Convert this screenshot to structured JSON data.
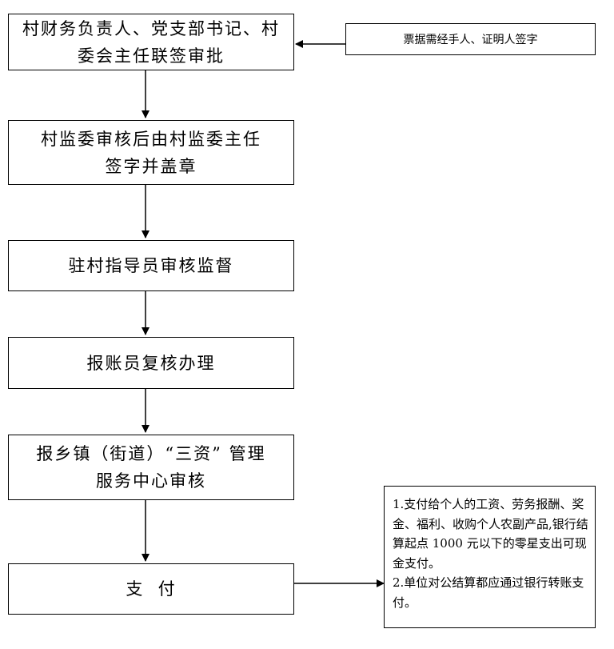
{
  "steps": [
    {
      "lines": [
        "村财务负责人、党支部书记、村",
        "委会主任联签审批"
      ]
    },
    {
      "lines": [
        "村监委审核后由村监委主任",
        "签字并盖章"
      ]
    },
    {
      "lines": [
        "驻村指导员审核监督"
      ]
    },
    {
      "lines": [
        "报账员复核办理"
      ]
    },
    {
      "lines": [
        "报乡镇（街道）“三资” 管理",
        "服务中心审核"
      ]
    },
    {
      "lines": [
        "支  付"
      ]
    }
  ],
  "side_box": {
    "text": "票据需经手人、证明人签字"
  },
  "note": {
    "item1": "1.支付给个人的工资、劳务报酬、奖金、福利、收购个人农副产品,银行结算起点 1000 元以下的零星支出可现金支付。",
    "item2": "2.单位对公结算都应通过银行转账支付。"
  }
}
